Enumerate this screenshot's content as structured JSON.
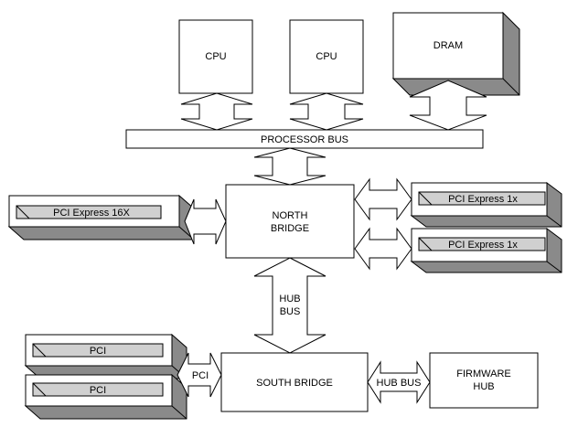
{
  "labels": {
    "cpu1": "CPU",
    "cpu2": "CPU",
    "dram": "DRAM",
    "processor_bus": "PROCESSOR BUS",
    "north_bridge_line1": "NORTH",
    "north_bridge_line2": "BRIDGE",
    "pcie16": "PCI Express 16X",
    "pcie1a": "PCI Express 1x",
    "pcie1b": "PCI Express 1x",
    "hub_bus_v_line1": "HUB",
    "hub_bus_v_line2": "BUS",
    "pci1": "PCI",
    "pci2": "PCI",
    "pci_link": "PCI",
    "south_bridge": "SOUTH BRIDGE",
    "hub_bus_h": "HUB BUS",
    "firmware_hub_line1": "FIRMWARE",
    "firmware_hub_line2": "HUB"
  },
  "colors": {
    "line": "#000000",
    "fill": "#ffffff",
    "shadow": "#8a8a8a",
    "slot": "#d0d0d0"
  }
}
